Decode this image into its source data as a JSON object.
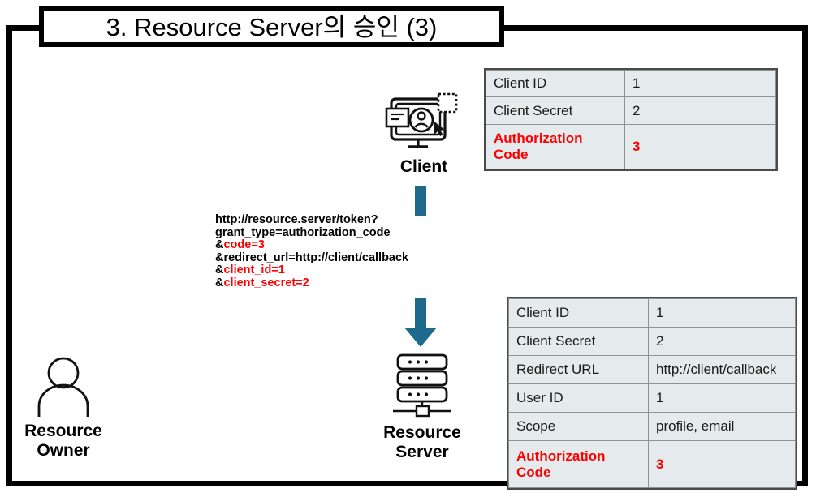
{
  "slide": {
    "title": "3. Resource Server의 승인 (3)",
    "accent_arrow_color": "#1e6a8d",
    "highlight_color": "#ff0000",
    "table_fill_color": "#e5eaec",
    "frame_color": "#000000"
  },
  "nodes": {
    "client": {
      "label": "Client",
      "icon": "client-monitor-user-icon"
    },
    "resource_server": {
      "label_line1": "Resource",
      "label_line2": "Server",
      "icon": "server-rack-icon"
    },
    "resource_owner": {
      "label_line1": "Resource",
      "label_line2": "Owner",
      "icon": "person-icon"
    }
  },
  "request": {
    "lines": [
      {
        "text": "http://resource.server/token?",
        "highlighted": false
      },
      {
        "text": "grant_type=authorization_code",
        "highlighted": false
      },
      {
        "prefix": "&",
        "text": "code=3",
        "highlighted": true
      },
      {
        "text": "&redirect_url=http://client/callback",
        "highlighted": false
      },
      {
        "prefix": "&",
        "text": "client_id=1",
        "highlighted": true
      },
      {
        "prefix": "&",
        "text": "client_secret=2",
        "highlighted": true
      }
    ]
  },
  "client_table": {
    "rows": [
      {
        "key": "Client ID",
        "value": "1",
        "highlighted": false
      },
      {
        "key": "Client Secret",
        "value": "2",
        "highlighted": false
      },
      {
        "key": "Authorization Code",
        "value": "3",
        "highlighted": true
      }
    ]
  },
  "server_table": {
    "rows": [
      {
        "key": "Client ID",
        "value": "1",
        "highlighted": false
      },
      {
        "key": "Client Secret",
        "value": "2",
        "highlighted": false
      },
      {
        "key": "Redirect URL",
        "value": "http://client/callback",
        "highlighted": false
      },
      {
        "key": "User ID",
        "value": "1",
        "highlighted": false
      },
      {
        "key": "Scope",
        "value": "profile, email",
        "highlighted": false
      },
      {
        "key": "Authorization Code",
        "value": "3",
        "highlighted": true
      }
    ]
  }
}
